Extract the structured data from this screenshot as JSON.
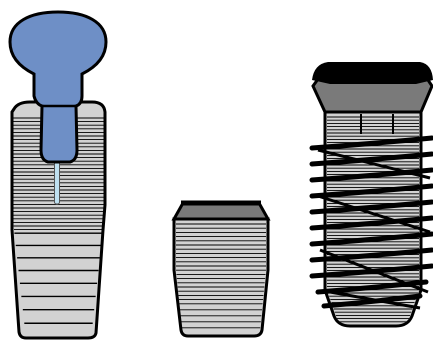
{
  "figure": {
    "items": [
      {
        "name": "implant-with-abutment"
      },
      {
        "name": "short-tapered-implant"
      },
      {
        "name": "threaded-implant"
      }
    ]
  },
  "colors": {
    "outline": "#000000",
    "body_fill": "#d2d2d2",
    "collar_fill": "#7a7a7a",
    "abutment_fill": "#6e8fc6",
    "pin_fill": "#bfe0f0",
    "background": "#ffffff"
  }
}
